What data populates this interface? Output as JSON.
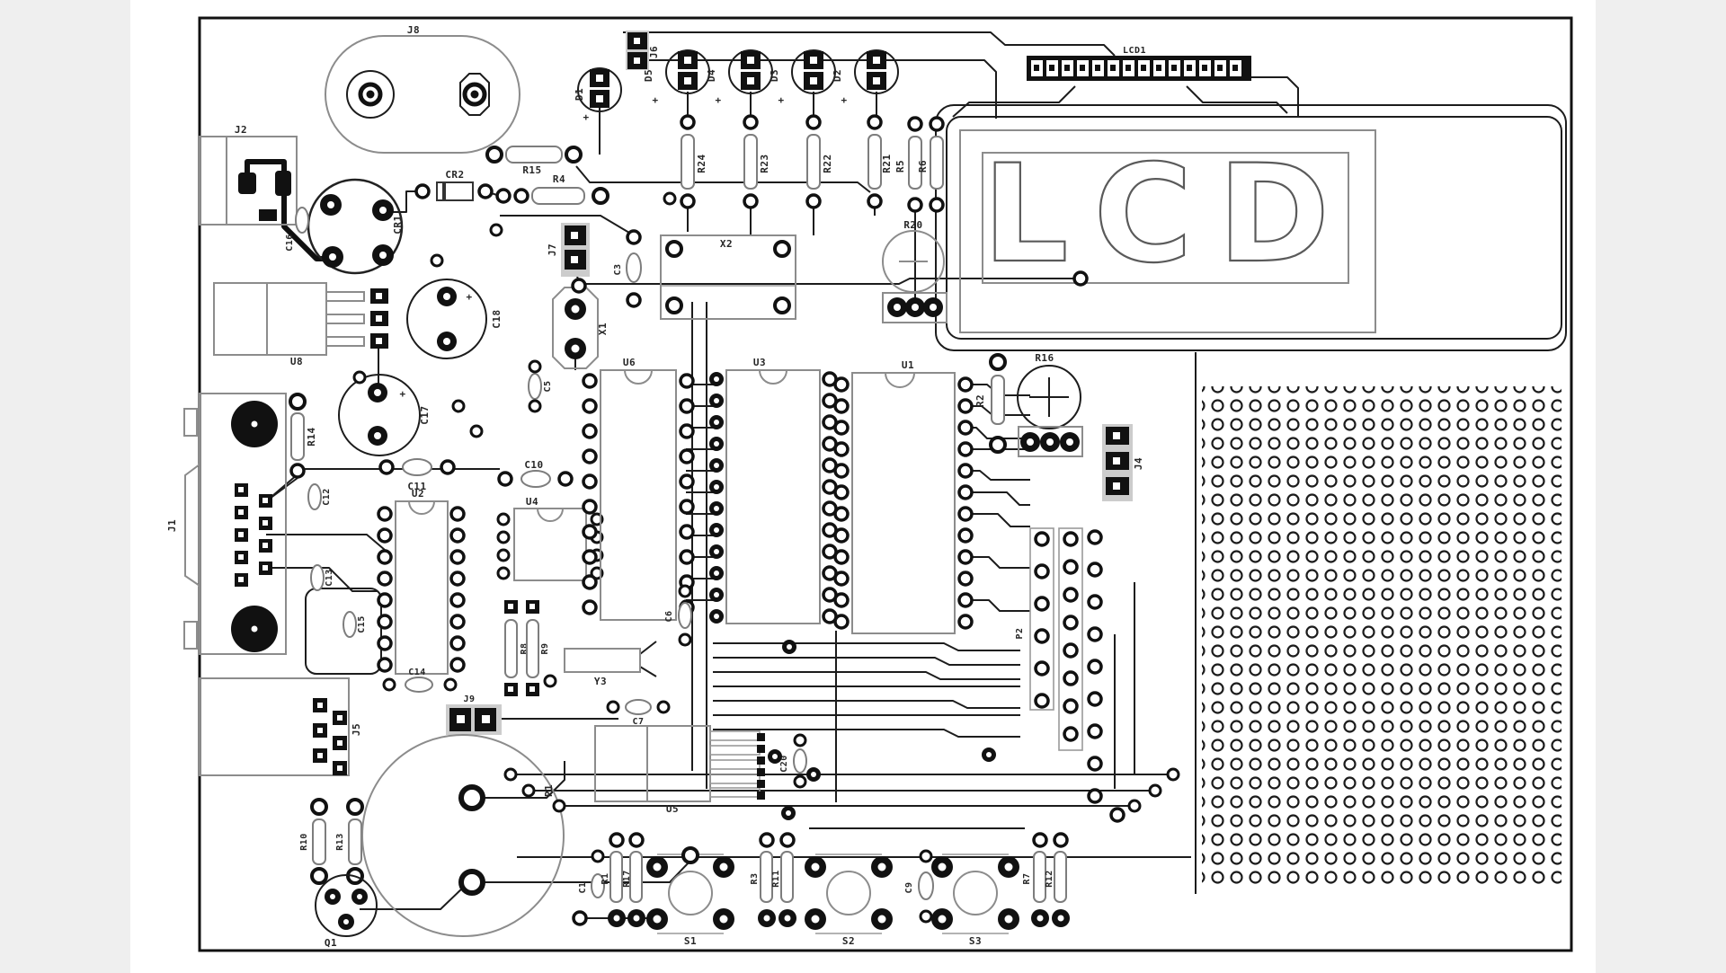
{
  "page": {
    "description": "Black and white PCB component layout drawing",
    "colors": {
      "ink": "#1c1c1c",
      "silkscreen": "#8c8c8c",
      "board": "#ffffff",
      "margin": "#efefef"
    }
  },
  "labels": {
    "plus": "+",
    "j8": "J8",
    "j2": "J2",
    "j6": "J6",
    "j7": "J7",
    "j9": "J9",
    "j1": "J1",
    "j4": "J4",
    "j5": "J5",
    "d1": "D1",
    "d2": "D2",
    "d3": "D3",
    "d4": "D4",
    "d5": "D5",
    "lcd1": "LCD1",
    "lcd": "LCD",
    "r15": "R15",
    "r4": "R4",
    "cr1": "CR1",
    "cr2": "CR2",
    "r24": "R24",
    "r23": "R23",
    "r22": "R22",
    "r21": "R21",
    "r5": "R5",
    "r6": "R6",
    "r20": "R20",
    "u8": "U8",
    "c18": "C18",
    "c17": "C17",
    "c16": "C16",
    "c11": "C11",
    "r14": "R14",
    "c12": "C12",
    "c13": "C13",
    "c15": "C15",
    "u2": "U2",
    "u4": "U4",
    "u6": "U6",
    "u3": "U3",
    "u1": "U1",
    "u5": "U5",
    "x1": "X1",
    "x2": "X2",
    "c3": "C3",
    "c5": "C5",
    "c10": "C10",
    "r2": "R2",
    "r16": "R16",
    "p2": "P2",
    "c14": "C14",
    "r10": "R10",
    "r13": "R13",
    "q1": "Q1",
    "p1": "P1",
    "r8": "R8",
    "r9": "R9",
    "y3": "Y3",
    "c6": "C6",
    "c7": "C7",
    "c20": "C20",
    "c1": "C1",
    "r1": "R1",
    "r17": "R17",
    "s1": "S1",
    "r3": "R3",
    "r11": "R11",
    "s2": "S2",
    "c9": "C9",
    "s3": "S3",
    "r7": "R7",
    "r12": "R12"
  }
}
